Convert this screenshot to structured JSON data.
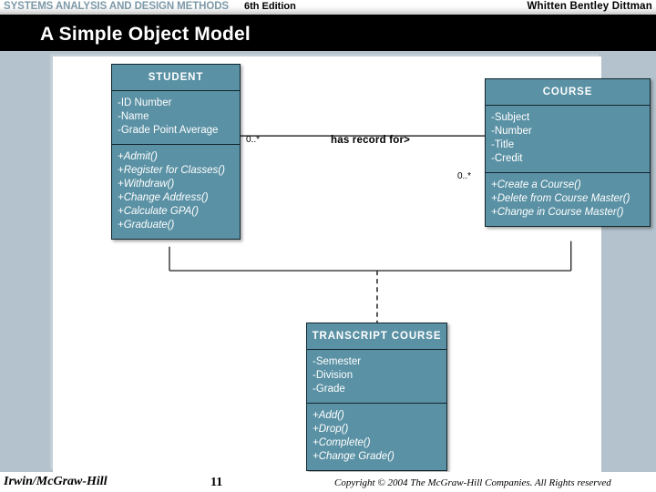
{
  "banner": {
    "course_title": "SYSTEMS ANALYSIS AND DESIGN METHODS",
    "edition": "6th Edition",
    "authors": "Whitten  Bentley  Dittman",
    "title_color": "#7d9aa8"
  },
  "slide": {
    "title": "A Simple Object Model",
    "title_color": "#ffffff",
    "background_color": "#000000",
    "content_background_color": "#b3c2cc",
    "panel_background_color": "#ffffff"
  },
  "diagram": {
    "type": "uml-class-diagram",
    "class_fill_color": "#5a91a4",
    "class_border_color": "#12262e",
    "classes": [
      {
        "id": "student",
        "name": "STUDENT",
        "attributes": [
          "-ID Number",
          "-Name",
          "-Grade Point Average"
        ],
        "operations": [
          "+Admit()",
          "+Register for Classes()",
          "+Withdraw()",
          "+Change Address()",
          "+Calculate GPA()",
          "+Graduate()"
        ]
      },
      {
        "id": "course",
        "name": "COURSE",
        "attributes": [
          "-Subject",
          "-Number",
          "-Title",
          "-Credit"
        ],
        "operations": [
          "+Create a Course()",
          "+Delete from Course Master()",
          "+Change in Course Master()"
        ]
      },
      {
        "id": "transcript",
        "name": "TRANSCRIPT COURSE",
        "attributes": [
          "-Semester",
          "-Division",
          "-Grade"
        ],
        "operations": [
          "+Add()",
          "+Drop()",
          "+Complete()",
          "+Change Grade()"
        ]
      }
    ],
    "association": {
      "label": "has record for>",
      "multiplicity_student_end": "0..*",
      "multiplicity_course_end": "0..*",
      "association_class": "TRANSCRIPT COURSE",
      "link_style": "dashed"
    }
  },
  "footer": {
    "brand": "Irwin/McGraw-Hill",
    "page_number": "11",
    "copyright": "Copyright © 2004 The McGraw-Hill Companies. All Rights reserved"
  }
}
